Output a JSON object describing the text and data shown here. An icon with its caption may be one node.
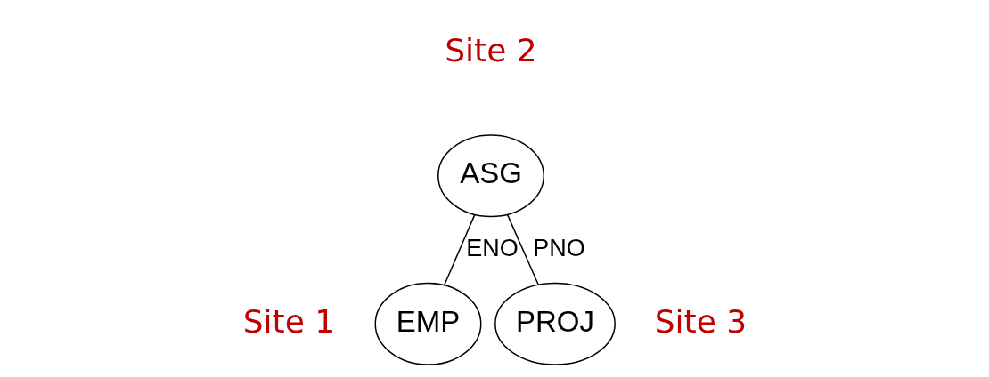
{
  "diagram": {
    "nodes": [
      {
        "text": [
          "ASG"
        ],
        "beside": [
          "Site 2"
        ]
      },
      {
        "text": [
          "EMP"
        ],
        "beside": [
          "Site 1"
        ]
      },
      {
        "text": [
          "PROJ"
        ],
        "beside": [
          "Site 3"
        ]
      }
    ],
    "edges": [
      {
        "from": 0,
        "to": 1,
        "arrow": "none",
        "label": "ENO"
      },
      {
        "from": 0,
        "to": 2,
        "arrow": "none",
        "label": "PNO"
      }
    ]
  }
}
